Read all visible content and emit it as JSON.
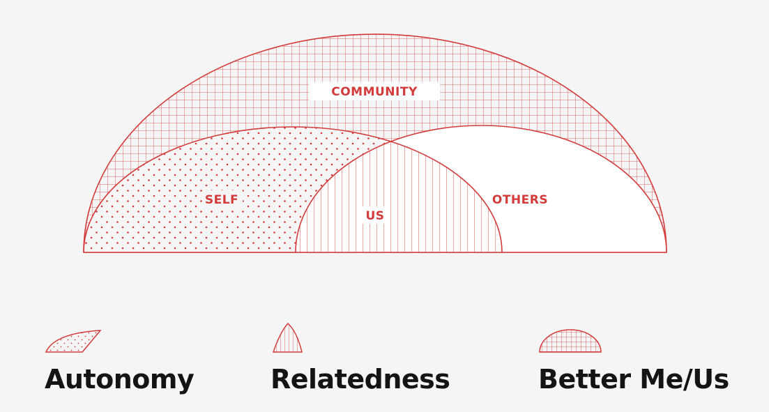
{
  "colors": {
    "accent": "#d33a3a",
    "background": "#f5f5f5",
    "fill_white": "#ffffff",
    "legend_text": "#141414"
  },
  "regions": {
    "community": "COMMUNITY",
    "self": "SELF",
    "us": "US",
    "others": "OTHERS"
  },
  "legend": {
    "autonomy": {
      "label": "Autonomy",
      "pattern": "dots"
    },
    "relatedness": {
      "label": "Relatedness",
      "pattern": "vertical-lines"
    },
    "better": {
      "label": "Better Me/Us",
      "pattern": "grid"
    }
  }
}
